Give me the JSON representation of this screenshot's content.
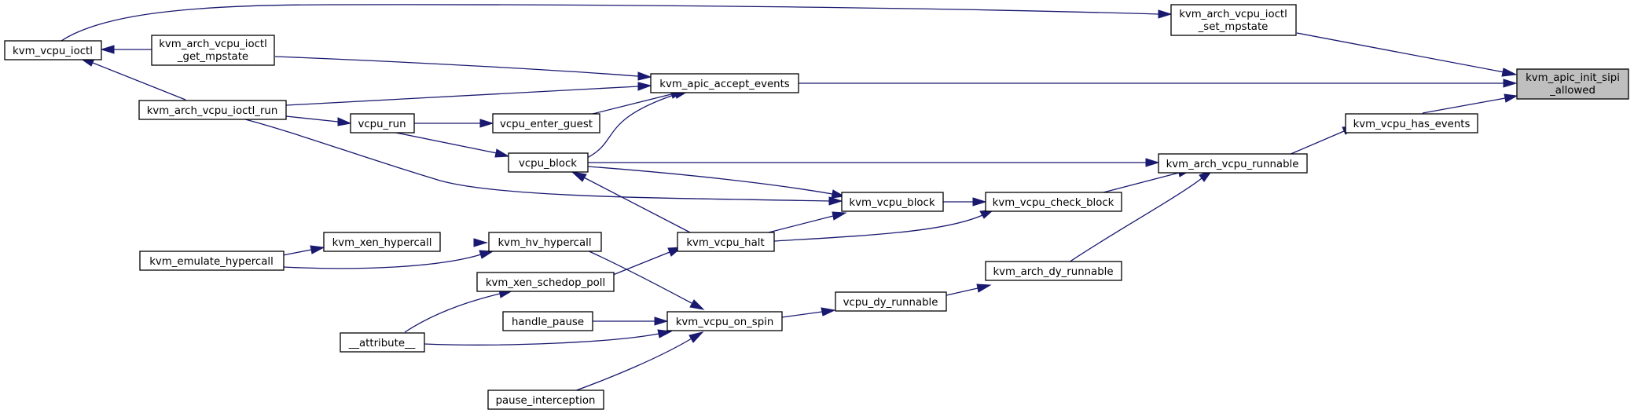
{
  "diagram": {
    "type": "call-graph",
    "colors": {
      "edge": "#191970",
      "node_border": "#000000",
      "node_fill": "#ffffff",
      "highlight_fill": "#bfbfbf",
      "background": "#ffffff"
    },
    "nodes": {
      "kvm_vcpu_ioctl": "kvm_vcpu_ioctl",
      "kvm_arch_vcpu_ioctl_get_mpstate": [
        "kvm_arch_vcpu_ioctl",
        "_get_mpstate"
      ],
      "kvm_arch_vcpu_ioctl_run": "kvm_arch_vcpu_ioctl_run",
      "vcpu_run": "vcpu_run",
      "vcpu_enter_guest": "vcpu_enter_guest",
      "vcpu_block": "vcpu_block",
      "kvm_apic_accept_events": "kvm_apic_accept_events",
      "kvm_arch_vcpu_ioctl_set_mpstate": [
        "kvm_arch_vcpu_ioctl",
        "_set_mpstate"
      ],
      "kvm_apic_init_sipi_allowed": [
        "kvm_apic_init_sipi",
        "_allowed"
      ],
      "kvm_vcpu_has_events": "kvm_vcpu_has_events",
      "kvm_arch_vcpu_runnable": "kvm_arch_vcpu_runnable",
      "kvm_vcpu_block": "kvm_vcpu_block",
      "kvm_vcpu_check_block": "kvm_vcpu_check_block",
      "kvm_vcpu_halt": "kvm_vcpu_halt",
      "kvm_xen_hypercall": "kvm_xen_hypercall",
      "kvm_hv_hypercall": "kvm_hv_hypercall",
      "kvm_emulate_hypercall": "kvm_emulate_hypercall",
      "kvm_xen_schedop_poll": "kvm_xen_schedop_poll",
      "kvm_arch_dy_runnable": "kvm_arch_dy_runnable",
      "vcpu_dy_runnable": "vcpu_dy_runnable",
      "handle_pause": "handle_pause",
      "kvm_vcpu_on_spin": "kvm_vcpu_on_spin",
      "attribute": "__attribute__",
      "pause_interception": "pause_interception"
    }
  }
}
